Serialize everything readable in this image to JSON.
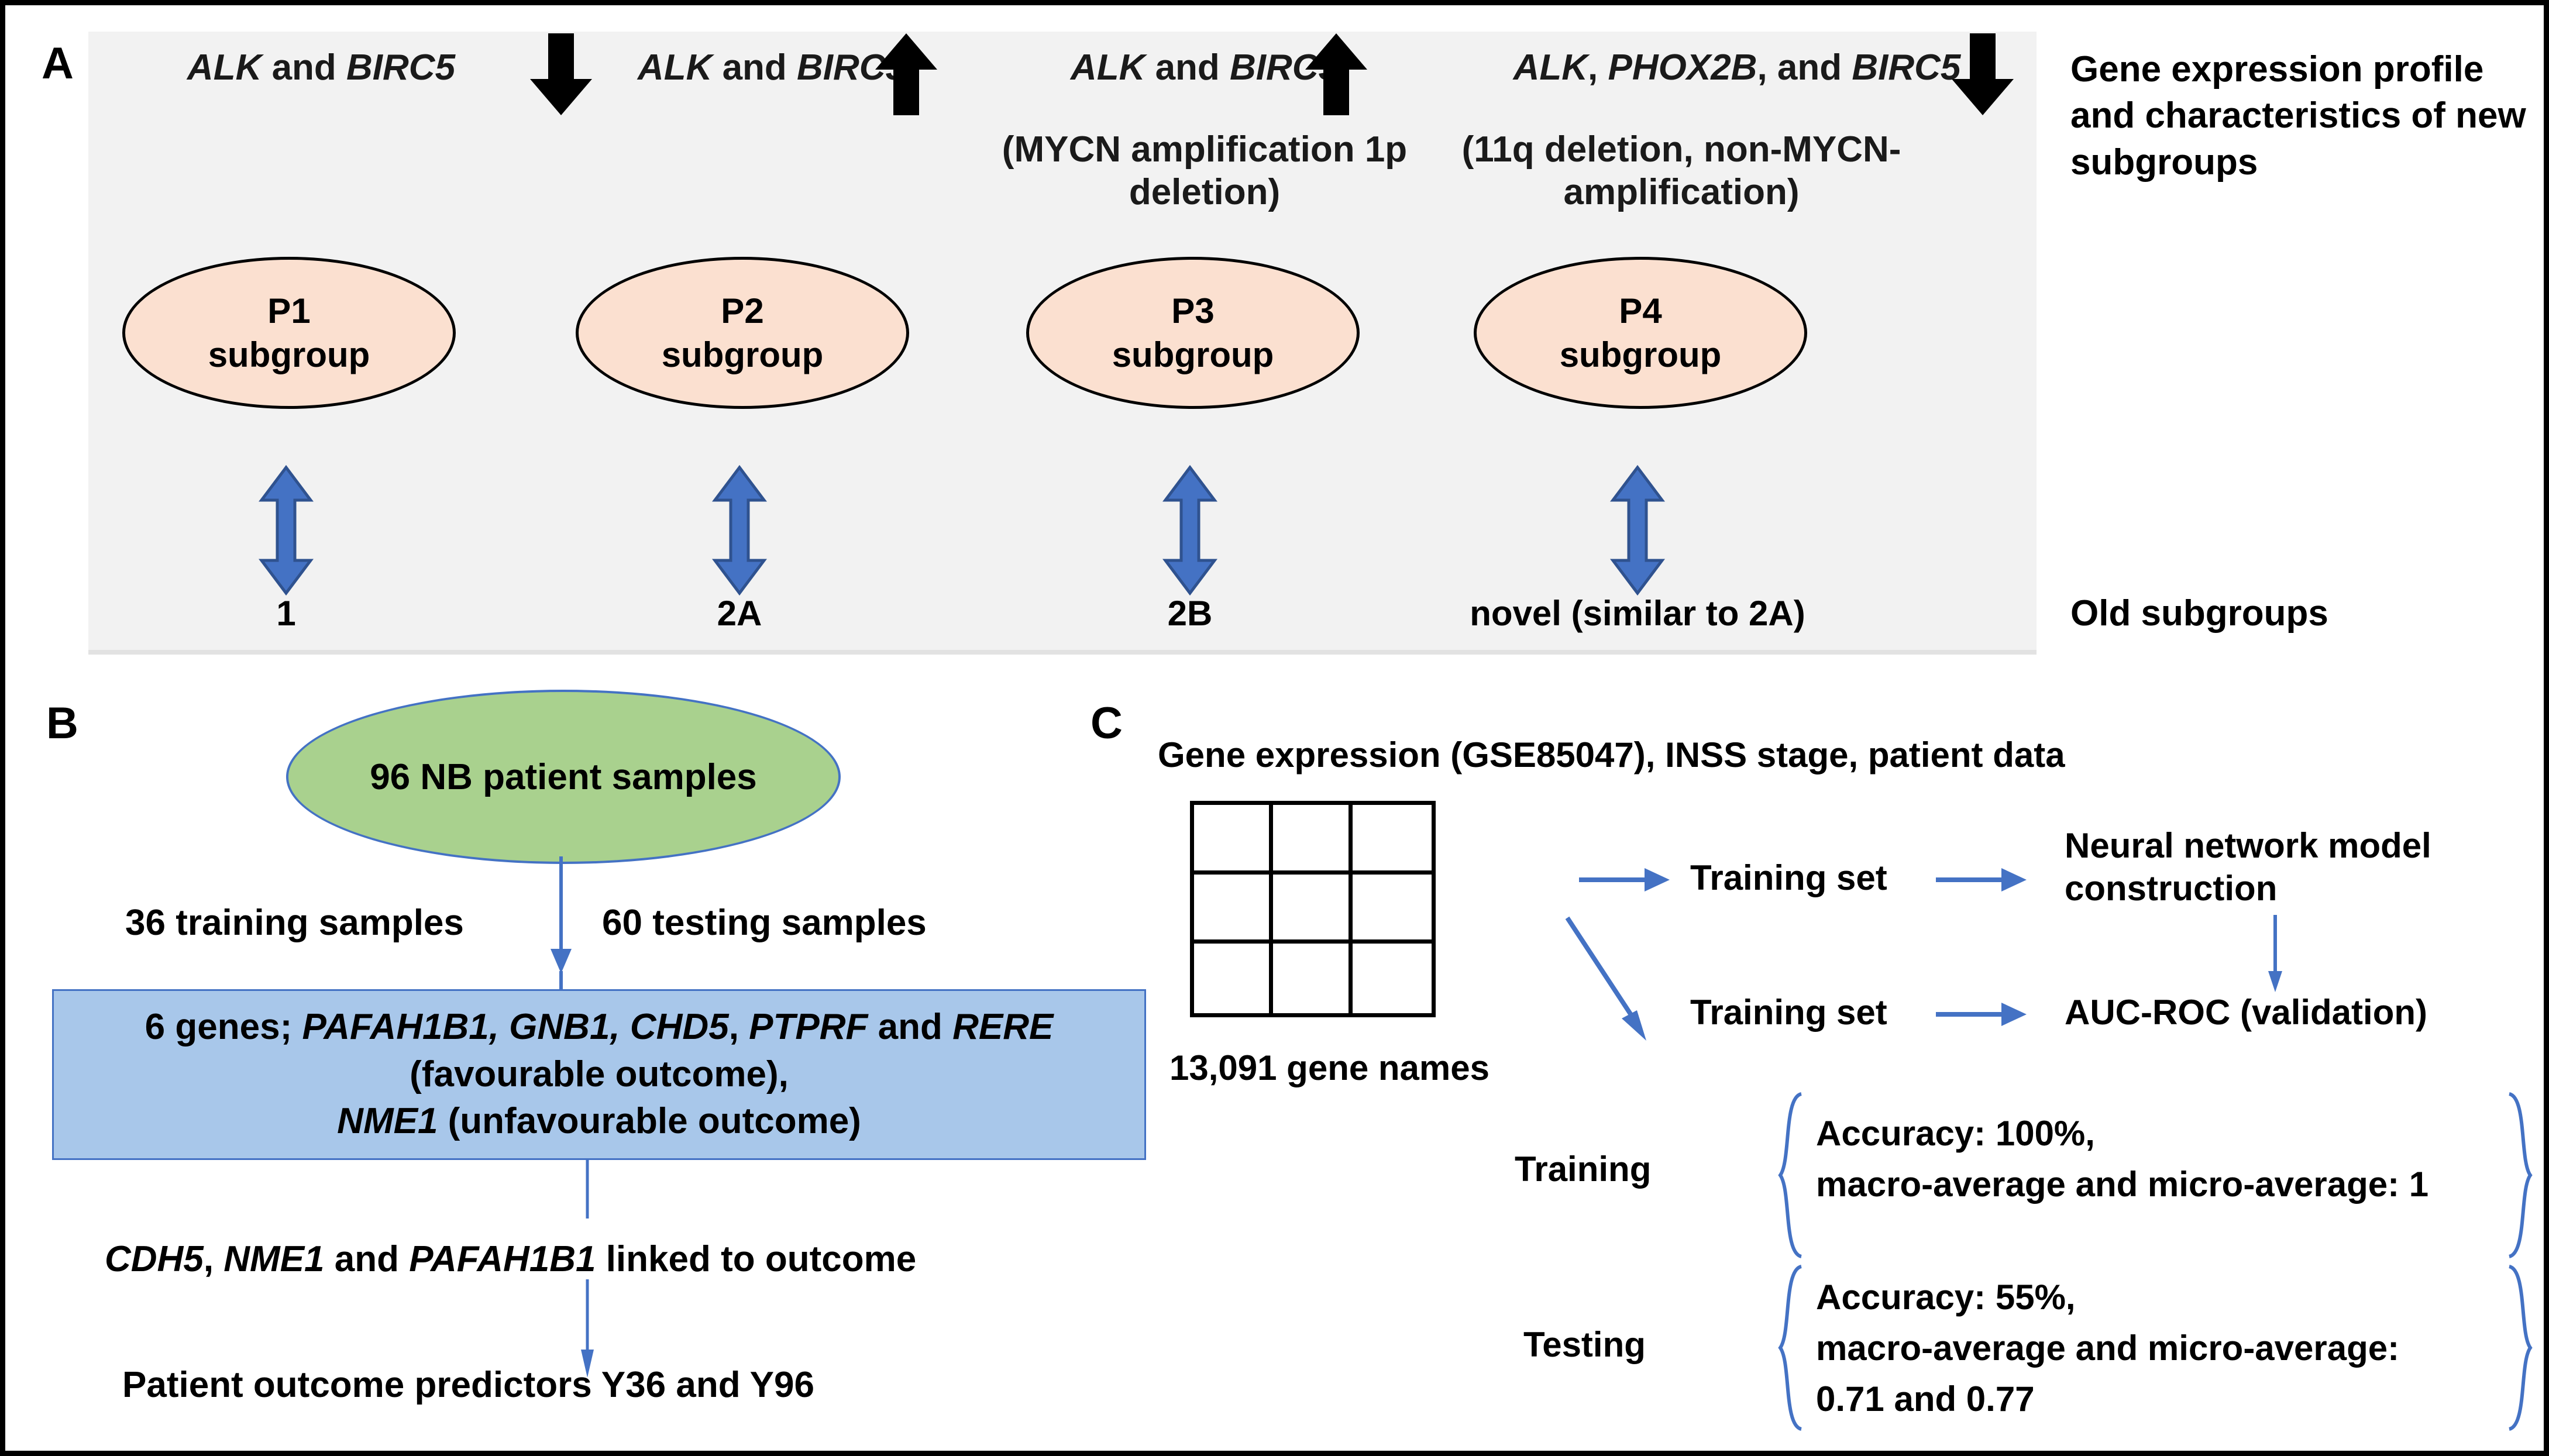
{
  "panels": {
    "a": {
      "letter": "A",
      "columns": [
        {
          "gene_line": "ALK and BIRC5",
          "genes": [
            "ALK",
            "BIRC5"
          ],
          "direction": "down",
          "detail": "",
          "ellipse_title": "P1",
          "ellipse_sub": "subgroup",
          "old_subgroup": "1"
        },
        {
          "gene_line": "ALK and BIRC5",
          "genes": [
            "ALK",
            "BIRC5"
          ],
          "direction": "up",
          "detail": "",
          "ellipse_title": "P2",
          "ellipse_sub": "subgroup",
          "old_subgroup": "2A"
        },
        {
          "gene_line": "ALK and BIRC5",
          "genes": [
            "ALK",
            "BIRC5"
          ],
          "direction": "up",
          "detail": "(MYCN amplification 1p deletion)",
          "ellipse_title": "P3",
          "ellipse_sub": "subgroup",
          "old_subgroup": "2B"
        },
        {
          "gene_line": "ALK, PHOX2B, and BIRC5",
          "genes": [
            "ALK",
            "PHOX2B",
            "BIRC5"
          ],
          "direction": "down",
          "detail": "(11q deletion, non-MYCN-amplification)",
          "ellipse_title": "P4",
          "ellipse_sub": "subgroup",
          "old_subgroup": "novel (similar to 2A)"
        }
      ],
      "right_label_top": "Gene expression profile and characteristics of new subgroups",
      "right_label_bottom": "Old subgroups"
    },
    "b": {
      "letter": "B",
      "source_ellipse": "96 NB patient samples",
      "split_left": "36 training samples",
      "split_right": "60 testing samples",
      "gene_box_line1": "6 genes; PAFAH1B1, GNB1, CHD5, PTPRF and RERE",
      "gene_box_line2": "(favourable outcome),",
      "gene_box_line3": "NME1 (unfavourable outcome)",
      "linked_line": "CDH5, NME1 and PAFAH1B1 linked to outcome",
      "predictors_line": "Patient outcome predictors Y36 and Y96"
    },
    "c": {
      "letter": "C",
      "header": "Gene expression (GSE85047), INSS stage, patient data",
      "grid_caption": "13,091 gene names",
      "flow": {
        "top_set": "Training set",
        "bottom_set": "Training set",
        "model": "Neural network model construction",
        "validation": "AUC-ROC (validation)"
      },
      "results": [
        {
          "label": "Training",
          "lines": [
            "Accuracy: 100%,",
            "macro-average and micro-average: 1"
          ]
        },
        {
          "label": "Testing",
          "lines": [
            "Accuracy: 55%,",
            "macro-average and micro-average:",
            "0.71 and 0.77"
          ]
        }
      ]
    }
  },
  "colors": {
    "panel_a_bg": "#f2f2f2",
    "ellipse_fill": "#fbe0d0",
    "ellipse_stroke": "#000000",
    "blue_arrow": "#4472c4",
    "green_fill": "#a9d18e",
    "blue_box_fill": "#a8c7ea",
    "border": "#000000"
  }
}
